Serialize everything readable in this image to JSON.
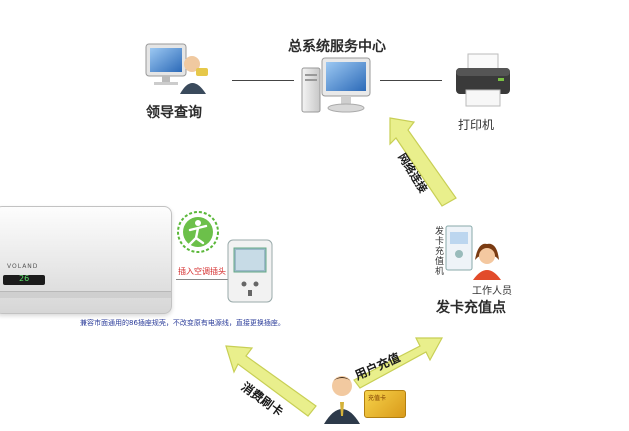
{
  "nodes": {
    "center": "总系统服务中心",
    "leader": "领导查询",
    "printer": "打印机",
    "card_point": "发卡充值点",
    "staff": "工作人员",
    "card_machine": "发卡充值机",
    "plug": "插入空调插头",
    "ac_brand": "VOLAND",
    "ac_display": "26"
  },
  "arrows": {
    "network": "网络连接",
    "recharge": "用户充值",
    "swipe": "消费刷卡"
  },
  "note": "兼容市面通用的86插座规壳，不改变原有电源线，直接更换插座。",
  "card_text": "充值卡",
  "colors": {
    "arrow_fill": "#e9ef8c",
    "arrow_stroke": "#c8cf55",
    "monitor": "#3b78c4",
    "accent_red": "#d42a2a"
  }
}
